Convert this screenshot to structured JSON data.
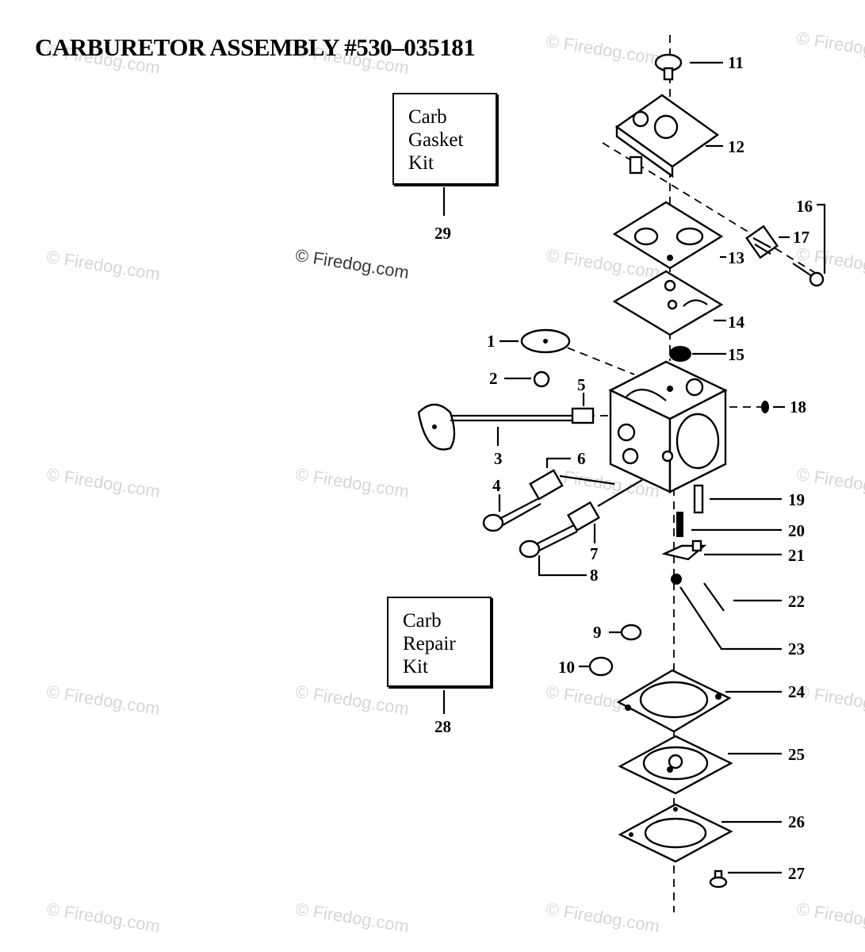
{
  "title": "CARBURETOR ASSEMBLY #530–035181",
  "kits": {
    "gasket": {
      "lines": [
        "Carb",
        "Gasket",
        "Kit"
      ],
      "number": "29"
    },
    "repair": {
      "lines": [
        "Carb",
        "Repair",
        "Kit"
      ],
      "number": "28"
    }
  },
  "callouts": [
    "1",
    "2",
    "3",
    "4",
    "5",
    "6",
    "7",
    "8",
    "9",
    "10",
    "11",
    "12",
    "13",
    "14",
    "15",
    "16",
    "17",
    "18",
    "19",
    "20",
    "21",
    "22",
    "23",
    "24",
    "25",
    "26",
    "27"
  ],
  "watermark": "© Firedog.com",
  "colors": {
    "ink": "#000000",
    "background": "#ffffff",
    "watermark": "#d6d6d6"
  }
}
